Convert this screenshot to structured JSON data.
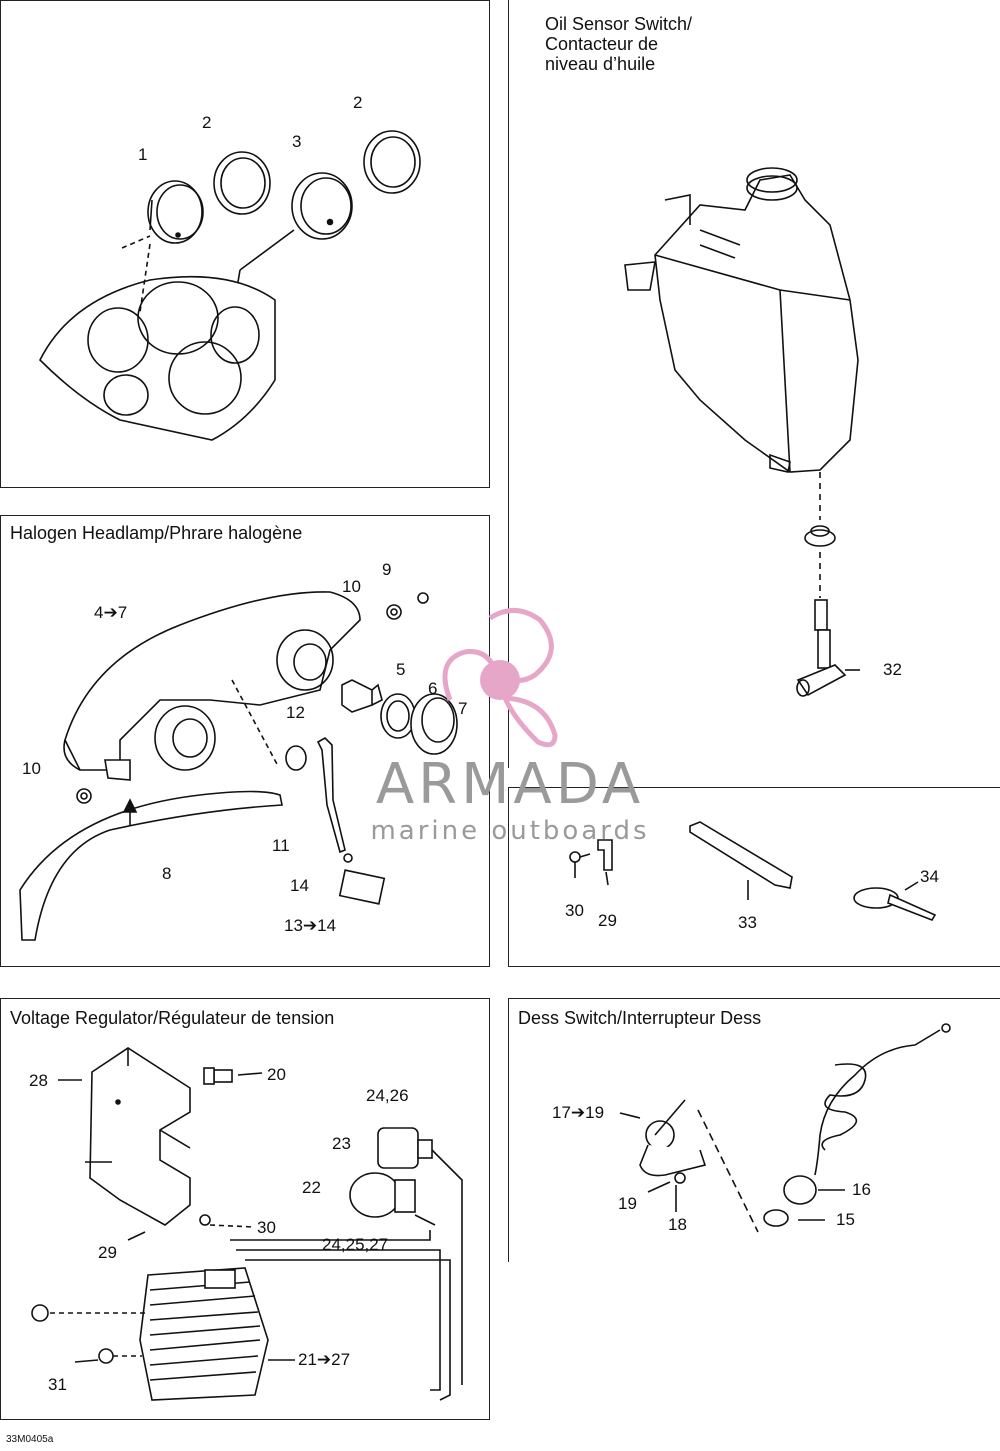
{
  "panels": {
    "gauges": {
      "title": ""
    },
    "oil_sensor": {
      "title": "Oil Sensor Switch/\nContacteur de\nniveau d’huile"
    },
    "headlamp": {
      "title": "Halogen Headlamp/Phrare halogène"
    },
    "voltage": {
      "title": "Voltage Regulator/Régulateur de tension"
    },
    "dess": {
      "title": "Dess Switch/Interrupteur Dess"
    }
  },
  "labels": {
    "gauges": [
      "1",
      "2",
      "3",
      "2"
    ],
    "oil": [
      "32"
    ],
    "misc": [
      "30",
      "29",
      "33",
      "34"
    ],
    "headlamp": [
      "9",
      "10",
      "4➔7",
      "5",
      "6",
      "7",
      "12",
      "10",
      "11",
      "8",
      "14",
      "13➔14"
    ],
    "voltage": [
      "28",
      "20",
      "24,26",
      "23",
      "22",
      "24,25,27",
      "30",
      "29",
      "21➔27",
      "31"
    ],
    "dess": [
      "17➔19",
      "16",
      "19",
      "18",
      "15"
    ]
  },
  "watermark": {
    "brand": "ARMADA",
    "subtitle": "marine outboards",
    "accent": "#e6a6c8"
  },
  "reference": "33M0405a"
}
